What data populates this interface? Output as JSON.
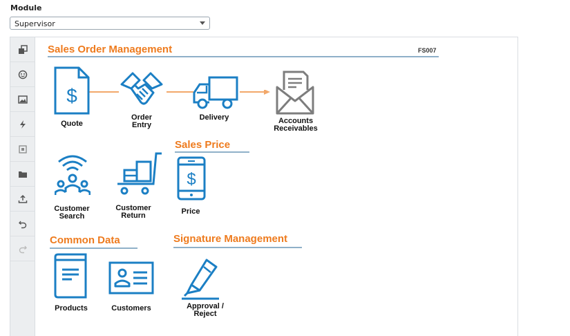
{
  "module": {
    "label": "Module",
    "selected": "Supervisor"
  },
  "toolbar": {
    "items": [
      {
        "name": "tile-icon"
      },
      {
        "name": "smiley-icon"
      },
      {
        "name": "image-icon"
      },
      {
        "name": "lightning-icon"
      },
      {
        "name": "frame-icon"
      },
      {
        "name": "folder-icon"
      },
      {
        "name": "upload-icon"
      },
      {
        "name": "undo-icon"
      },
      {
        "name": "redo-icon"
      }
    ]
  },
  "sales_order": {
    "title": "Sales Order Management",
    "code": "FS007",
    "items": [
      {
        "label": "Quote",
        "icon": "dollar-document-icon"
      },
      {
        "label": "Order\nEntry",
        "icon": "handshake-icon"
      },
      {
        "label": "Delivery",
        "icon": "truck-icon"
      },
      {
        "label": "Accounts\nReceivables",
        "icon": "envelope-icon"
      }
    ]
  },
  "customer_tiles": [
    {
      "label": "Customer\nSearch",
      "icon": "customer-search-icon"
    },
    {
      "label": "Customer\nReturn",
      "icon": "cart-return-icon"
    }
  ],
  "sales_price": {
    "title": "Sales Price",
    "items": [
      {
        "label": "Price",
        "icon": "phone-dollar-icon"
      }
    ]
  },
  "common_data": {
    "title": "Common Data",
    "items": [
      {
        "label": "Products",
        "icon": "book-icon"
      },
      {
        "label": "Customers",
        "icon": "id-card-icon"
      }
    ]
  },
  "signature": {
    "title": "Signature Management",
    "items": [
      {
        "label": "Approval /\nReject",
        "icon": "pen-icon"
      }
    ]
  },
  "colors": {
    "accent": "#ee7b1e",
    "icon_blue": "#1b7fc4",
    "rule": "#8fb0c8"
  }
}
